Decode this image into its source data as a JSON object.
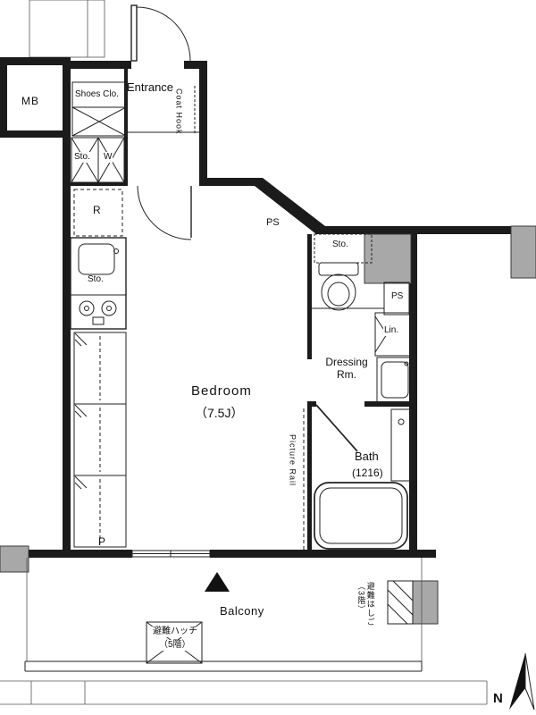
{
  "rooms": {
    "mb": "MB",
    "shoes_closet": "Shoes Clo.",
    "entrance": "Entrance",
    "coat_hook": "Coat Hook",
    "storage_entry": "Sto.",
    "washer": "W",
    "refrigerator": "R",
    "ps_top": "PS",
    "storage_kitchen": "Sto.",
    "pantry": "P",
    "bedroom": "Bedroom",
    "bedroom_size": "（7.5J）",
    "storage_toilet": "Sto.",
    "ps_side": "PS",
    "linen": "Lin.",
    "dressing_line1": "Dressing",
    "dressing_line2": "Rm.",
    "picture_rail": "Picture Rail",
    "bath": "Bath",
    "bath_size": "(1216)",
    "balcony": "Balcony",
    "evac_hatch_line1": "避難ハッチ",
    "evac_hatch_line2": "（5階）",
    "evac_ladder_line1": "避難はしご",
    "evac_ladder_line2": "（3階）",
    "north": "N"
  },
  "colors": {
    "wall": "#1b1b1b",
    "gray_block": "#a8a8a8",
    "line": "#222222"
  }
}
